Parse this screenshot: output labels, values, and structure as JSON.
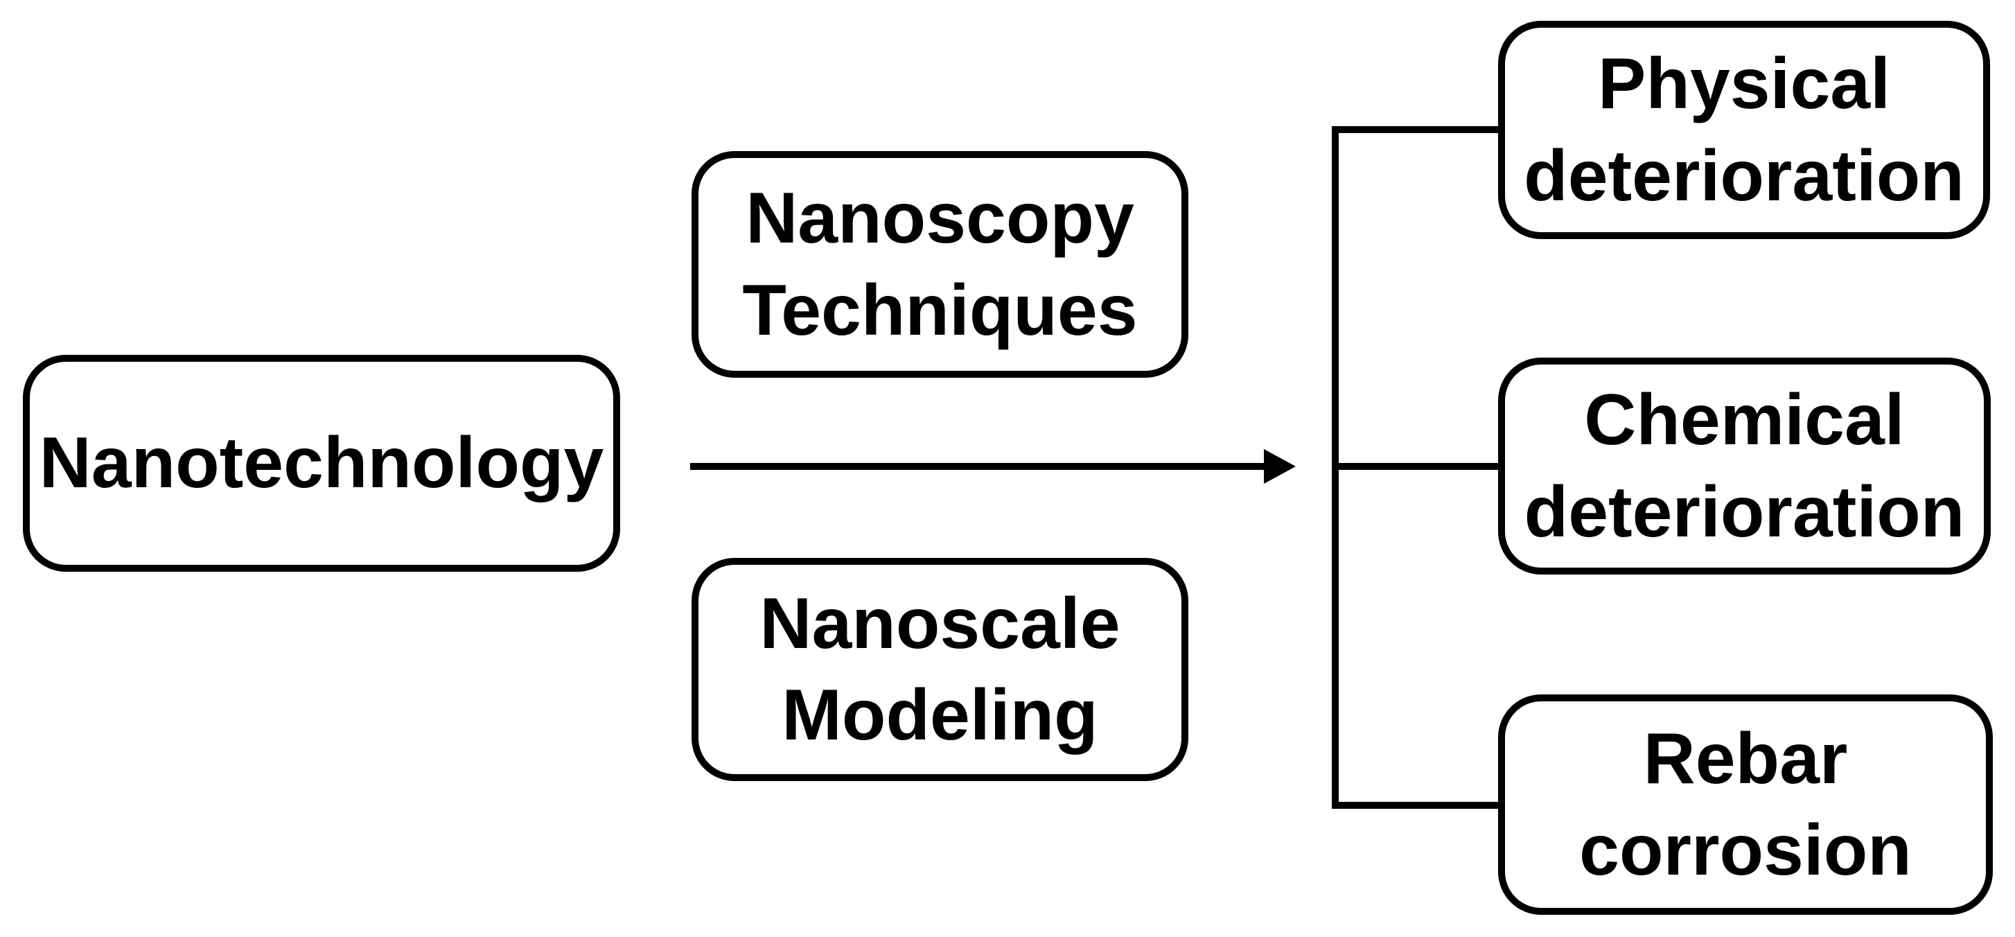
{
  "diagram": {
    "background_color": "#ffffff",
    "stroke_color": "#000000",
    "nodes": {
      "root": {
        "label": "Nanotechnology",
        "lines": [
          "Nanotechnology"
        ]
      },
      "method_top": {
        "label": "Nanoscopy Techniques",
        "lines": [
          "Nanoscopy",
          "Techniques"
        ]
      },
      "method_bottom": {
        "label": "Nanoscale Modeling",
        "lines": [
          "Nanoscale",
          "Modeling"
        ]
      },
      "outcome_top": {
        "label": "Physical deterioration",
        "lines": [
          "Physical",
          "deterioration"
        ]
      },
      "outcome_middle": {
        "label": "Chemical deterioration",
        "lines": [
          "Chemical",
          "deterioration"
        ]
      },
      "outcome_bottom": {
        "label": "Rebar corrosion",
        "lines": [
          "Rebar",
          "corrosion"
        ]
      }
    },
    "connections": {
      "arrow": {
        "from": "Nanotechnology",
        "to": "bracket",
        "direction": "right",
        "style": "solid-arrow",
        "flanked_above_by": "Nanoscopy Techniques",
        "flanked_below_by": "Nanoscale Modeling"
      },
      "bracket_branches": [
        "Physical deterioration",
        "Chemical deterioration",
        "Rebar corrosion"
      ]
    }
  }
}
